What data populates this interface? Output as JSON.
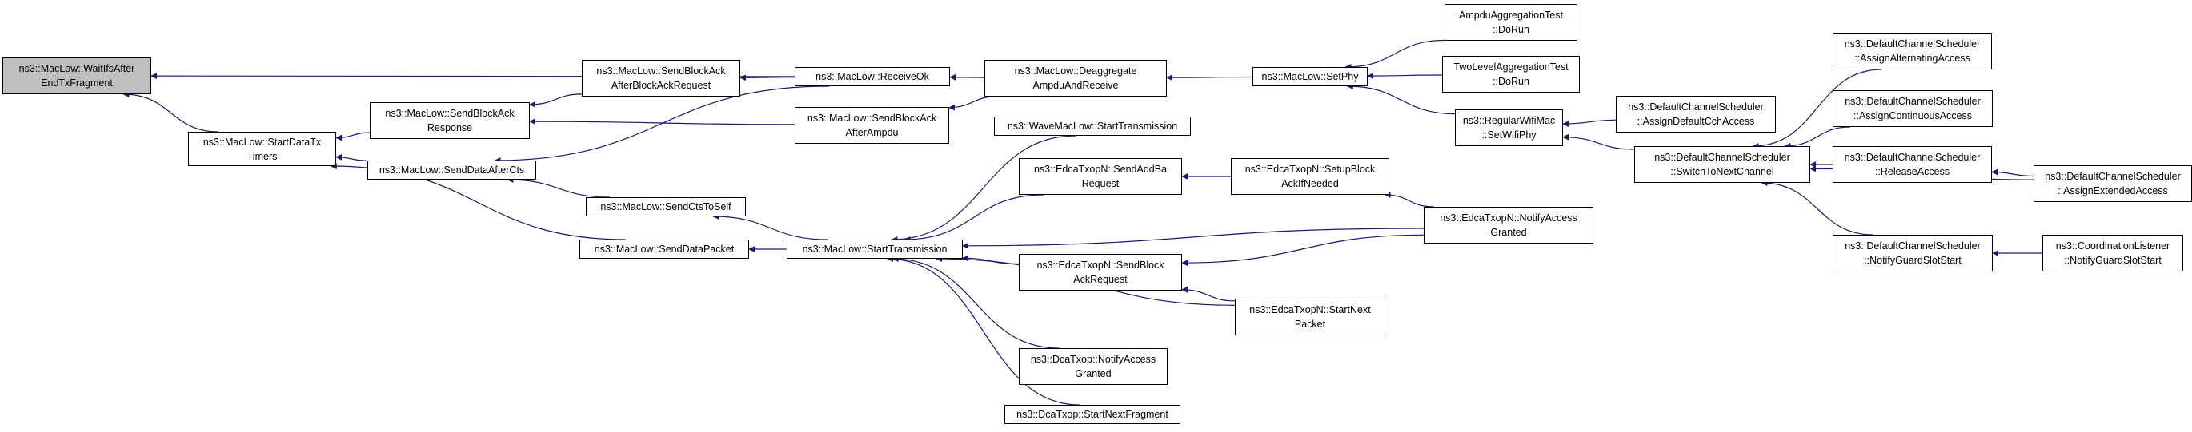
{
  "colors": {
    "edge": "#191970",
    "highlight_fill": "#bfbfbf",
    "node_border": "#000000",
    "node_fill": "#ffffff"
  },
  "nodes": [
    {
      "id": "n0",
      "label": "ns3::MacLow::WaitIfsAfter\nEndTxFragment",
      "highlight": true
    },
    {
      "id": "n1",
      "label": "ns3::MacLow::StartDataTx\nTimers"
    },
    {
      "id": "n2",
      "label": "ns3::MacLow::SendBlockAck\nResponse"
    },
    {
      "id": "n3",
      "label": "ns3::MacLow::SendDataAfterCts"
    },
    {
      "id": "n4",
      "label": "ns3::MacLow::SendDataPacket"
    },
    {
      "id": "n5",
      "label": "ns3::MacLow::SendBlockAck\nAfterBlockAckRequest"
    },
    {
      "id": "n6",
      "label": "ns3::MacLow::SendCtsToSelf"
    },
    {
      "id": "n7",
      "label": "ns3::MacLow::ReceiveOk"
    },
    {
      "id": "n8",
      "label": "ns3::MacLow::SendBlockAck\nAfterAmpdu"
    },
    {
      "id": "n9",
      "label": "ns3::MacLow::StartTransmission"
    },
    {
      "id": "n10",
      "label": "ns3::MacLow::Deaggregate\nAmpduAndReceive"
    },
    {
      "id": "n11",
      "label": "ns3::WaveMacLow::StartTransmission"
    },
    {
      "id": "n12",
      "label": "ns3::EdcaTxopN::SendAddBa\nRequest"
    },
    {
      "id": "n13",
      "label": "ns3::EdcaTxopN::SendBlock\nAckRequest"
    },
    {
      "id": "n14",
      "label": "ns3::DcaTxop::NotifyAccess\nGranted"
    },
    {
      "id": "n15",
      "label": "ns3::DcaTxop::StartNextFragment"
    },
    {
      "id": "n16",
      "label": "ns3::MacLow::SetPhy"
    },
    {
      "id": "n17",
      "label": "ns3::EdcaTxopN::SetupBlock\nAckIfNeeded"
    },
    {
      "id": "n18",
      "label": "ns3::EdcaTxopN::StartNext\nPacket"
    },
    {
      "id": "n19",
      "label": "ns3::EdcaTxopN::NotifyAccess\nGranted"
    },
    {
      "id": "n20",
      "label": "AmpduAggregationTest\n::DoRun"
    },
    {
      "id": "n21",
      "label": "TwoLevelAggregationTest\n::DoRun"
    },
    {
      "id": "n22",
      "label": "ns3::RegularWifiMac\n::SetWifiPhy"
    },
    {
      "id": "n23",
      "label": "ns3::DefaultChannelScheduler\n::AssignDefaultCchAccess"
    },
    {
      "id": "n24",
      "label": "ns3::DefaultChannelScheduler\n::SwitchToNextChannel"
    },
    {
      "id": "n25",
      "label": "ns3::DefaultChannelScheduler\n::AssignAlternatingAccess"
    },
    {
      "id": "n26",
      "label": "ns3::DefaultChannelScheduler\n::AssignContinuousAccess"
    },
    {
      "id": "n27",
      "label": "ns3::DefaultChannelScheduler\n::ReleaseAccess"
    },
    {
      "id": "n28",
      "label": "ns3::DefaultChannelScheduler\n::NotifyGuardSlotStart"
    },
    {
      "id": "n29",
      "label": "ns3::DefaultChannelScheduler\n::AssignExtendedAccess"
    },
    {
      "id": "n30",
      "label": "ns3::CoordinationListener\n::NotifyGuardSlotStart"
    }
  ]
}
